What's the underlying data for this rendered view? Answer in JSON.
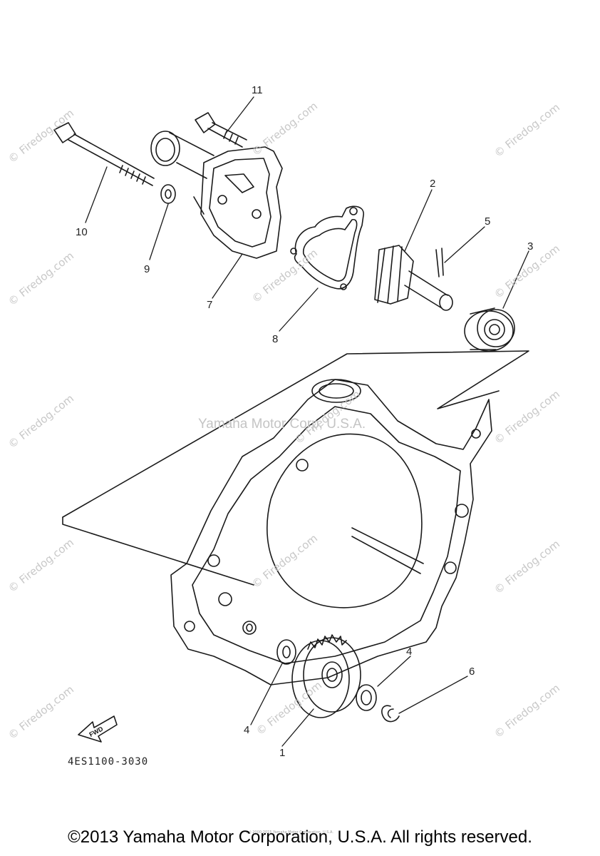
{
  "watermark": {
    "text": "© Firedog.com",
    "center_text": "Yamaha Motor Corp, U.S.A."
  },
  "callouts": [
    "11",
    "10",
    "9",
    "7",
    "8",
    "2",
    "5",
    "3",
    "4",
    "6",
    "4",
    "1"
  ],
  "fwd_label": "FWD",
  "part_code": "4ES1100-3030",
  "fine_print": "(c) 2000-2015 Yamaha Motor Corporation, U.S.A.",
  "footer": "©2013 Yamaha Motor Corporation, U.S.A. All rights reserved."
}
